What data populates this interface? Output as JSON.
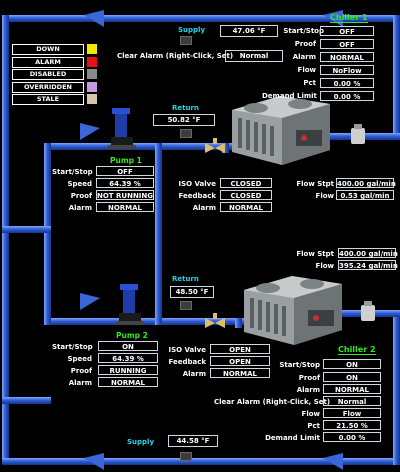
{
  "colors": {
    "pipe": "#2f5fd6",
    "pipe_dark": "#1d3ea0",
    "label_cyan": "#22d4e6",
    "label_green": "#35e81e",
    "legend_down": "#f5e600",
    "legend_alarm": "#e81010",
    "legend_disabled": "#8a8a8a",
    "legend_overridden": "#c49be0",
    "legend_stale": "#d9c5a8"
  },
  "legend": {
    "down": "DOWN",
    "alarm": "ALARM",
    "disabled": "DISABLED",
    "overridden": "OVERRIDDEN",
    "stale": "STALE"
  },
  "supply_top": {
    "label": "Supply",
    "value": "47.06 °F"
  },
  "clear_alarm_top": {
    "label": "Clear Alarm (Right-Click, Set)",
    "value": "Normal"
  },
  "chiller1": {
    "title": "Chiller 1",
    "start_stop": {
      "label": "Start/Stop",
      "value": "OFF"
    },
    "proof": {
      "label": "Proof",
      "value": "OFF"
    },
    "alarm": {
      "label": "Alarm",
      "value": "NORMAL"
    },
    "flow": {
      "label": "Flow",
      "value": "NoFlow"
    },
    "pct": {
      "label": "Pct",
      "value": "0.00 %"
    },
    "demand_limit": {
      "label": "Demand Limit",
      "value": "0.00 %"
    },
    "flow_stpt": {
      "label": "Flow Stpt",
      "value": "400.00 gal/min"
    },
    "flow_val": {
      "label": "Flow",
      "value": "0.53 gal/min"
    },
    "return": {
      "label": "Return",
      "value": "50.82 °F"
    },
    "iso_valve": {
      "label": "ISO Valve",
      "value": "CLOSED"
    },
    "feedback": {
      "label": "Feedback",
      "value": "CLOSED"
    },
    "iso_alarm": {
      "label": "Alarm",
      "value": "NORMAL"
    }
  },
  "pump1": {
    "title": "Pump 1",
    "start_stop": {
      "label": "Start/Stop",
      "value": "OFF"
    },
    "speed": {
      "label": "Speed",
      "value": "64.39 %"
    },
    "proof": {
      "label": "Proof",
      "value": "NOT RUNNING"
    },
    "alarm": {
      "label": "Alarm",
      "value": "NORMAL"
    }
  },
  "chiller2": {
    "title": "Chiller 2",
    "start_stop": {
      "label": "Start/Stop",
      "value": "ON"
    },
    "proof": {
      "label": "Proof",
      "value": "ON"
    },
    "alarm": {
      "label": "Alarm",
      "value": "NORMAL"
    },
    "clear_alarm": {
      "label": "Clear Alarm (Right-Click, Set)",
      "value": "Normal"
    },
    "flow": {
      "label": "Flow",
      "value": "Flow"
    },
    "pct": {
      "label": "Pct",
      "value": "21.50 %"
    },
    "demand_limit": {
      "label": "Demand Limit",
      "value": "0.00 %"
    },
    "flow_stpt": {
      "label": "Flow Stpt",
      "value": "400.00 gal/min"
    },
    "flow_val": {
      "label": "Flow",
      "value": "395.24 gal/min"
    },
    "return": {
      "label": "Return",
      "value": "48.50 °F"
    },
    "iso_valve": {
      "label": "ISO Valve",
      "value": "OPEN"
    },
    "feedback": {
      "label": "Feedback",
      "value": "OPEN"
    },
    "iso_alarm": {
      "label": "Alarm",
      "value": "NORMAL"
    }
  },
  "pump2": {
    "title": "Pump 2",
    "start_stop": {
      "label": "Start/Stop",
      "value": "ON"
    },
    "speed": {
      "label": "Speed",
      "value": "64.39 %"
    },
    "proof": {
      "label": "Proof",
      "value": "RUNNING"
    },
    "alarm": {
      "label": "Alarm",
      "value": "NORMAL"
    }
  },
  "supply_bottom": {
    "label": "Supply",
    "value": "44.58 °F"
  }
}
